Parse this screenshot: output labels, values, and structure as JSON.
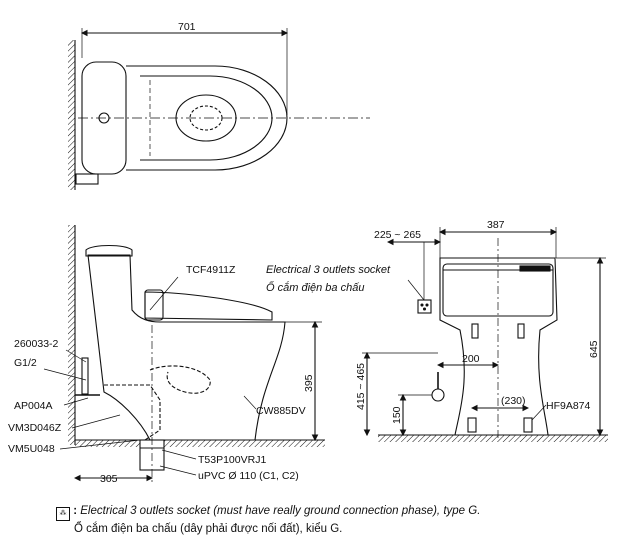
{
  "dimensions": {
    "top_width": "701",
    "side_gap": "225 ~ 265",
    "front_width": "387",
    "front_height": "645",
    "front_outlet_height": "415 ~ 465",
    "front_supply_offset": "200",
    "front_supply_height": "150",
    "front_flange_spacing": "(230)",
    "side_seat_height": "395",
    "side_rough_in": "305"
  },
  "part_labels": {
    "seat": "TCF4911Z",
    "valve_part1": "260033-2",
    "valve_part2": "G1/2",
    "supply_hose": "AP004A",
    "adapter": "VM3D046Z",
    "flange": "VM5U048",
    "body": "CW885DV",
    "drain_part": "T53P100VRJ1",
    "drain_pipe": "uPVC Ø 110 (C1, C2)",
    "front_bracket": "HF9A874"
  },
  "socket_callout": {
    "line1": "Electrical 3 outlets socket",
    "line2": "Ổ cắm điện ba chấu"
  },
  "footer_note": {
    "symbol": "⁂",
    "colon": ":",
    "line1": "Electrical 3 outlets socket (must have really ground connection phase), type G.",
    "line2": "Ổ cắm điện ba chấu (dây phải được nối đất), kiểu G."
  }
}
